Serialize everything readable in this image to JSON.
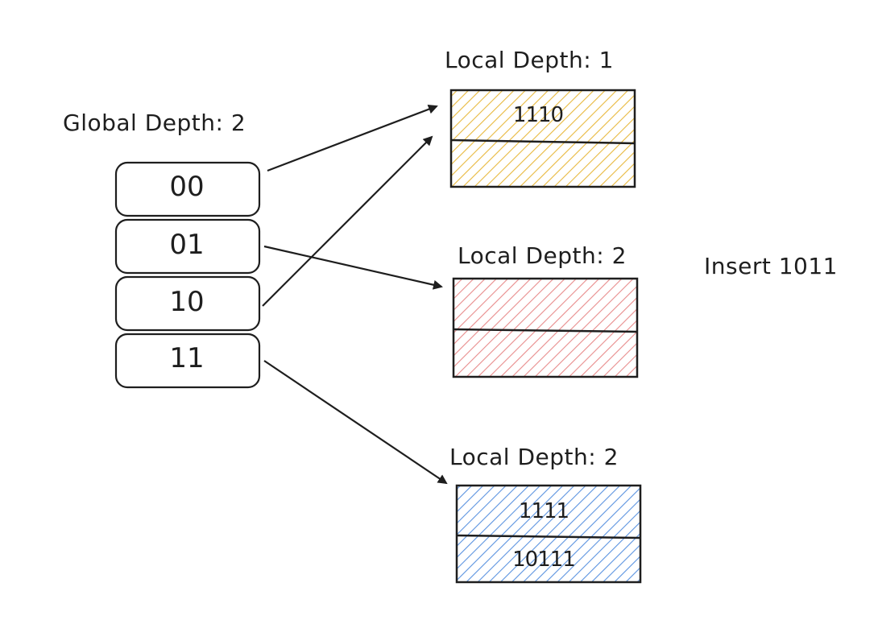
{
  "global_depth_label": "Global Depth: 2",
  "directory": [
    {
      "label": "00"
    },
    {
      "label": "01"
    },
    {
      "label": "10"
    },
    {
      "label": "11"
    }
  ],
  "buckets": [
    {
      "depth_label": "Local Depth: 1",
      "color": "#e8b93e",
      "slots": [
        "1110",
        ""
      ]
    },
    {
      "depth_label": "Local Depth: 2",
      "color": "#e88c8c",
      "slots": [
        "",
        ""
      ]
    },
    {
      "depth_label": "Local Depth: 2",
      "color": "#5b93e0",
      "slots": [
        "1111",
        "10111"
      ]
    }
  ],
  "insert_label": "Insert 1011"
}
